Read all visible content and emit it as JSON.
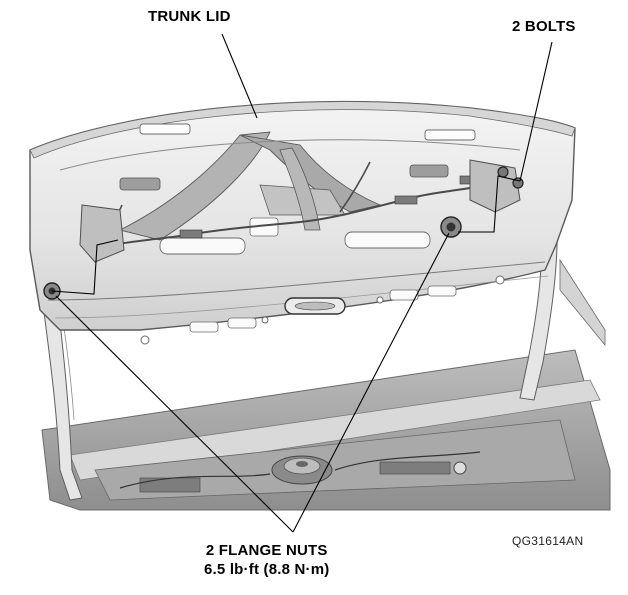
{
  "callouts": {
    "trunk_lid": "TRUNK LID",
    "bolts": "2 BOLTS",
    "flange_nuts": "2 FLANGE NUTS",
    "torque": "6.5 lb·ft (8.8 N·m)"
  },
  "figure_code": "QG31614AN",
  "colors": {
    "leader_line": "#000000",
    "panel_light": "#e9e9e9",
    "panel_mid": "#cfcfcf",
    "panel_dark": "#9a9a9a",
    "outline": "#6a6a6a"
  }
}
